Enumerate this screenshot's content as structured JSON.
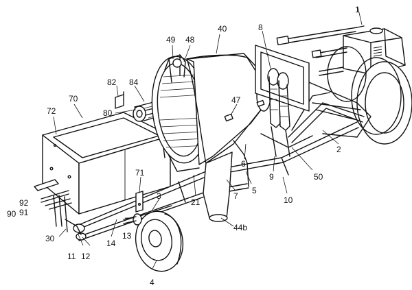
{
  "figure": {
    "reference_labels": {
      "r1": "1",
      "r2": "2",
      "r3": "3",
      "r4": "4",
      "r5": "5",
      "r6": "6",
      "r7": "7",
      "r8": "8",
      "r9": "9",
      "r10": "10",
      "r11": "11",
      "r12": "12",
      "r13": "13",
      "r14": "14",
      "r21": "21",
      "r30": "30",
      "r40": "40",
      "r44b": "44b",
      "r47": "47",
      "r48": "48",
      "r49": "49",
      "r50": "50",
      "r70": "70",
      "r71": "71",
      "r72": "72",
      "r80": "80",
      "r82": "82",
      "r84": "84",
      "r90": "90",
      "r91": "91",
      "r92": "92"
    }
  }
}
